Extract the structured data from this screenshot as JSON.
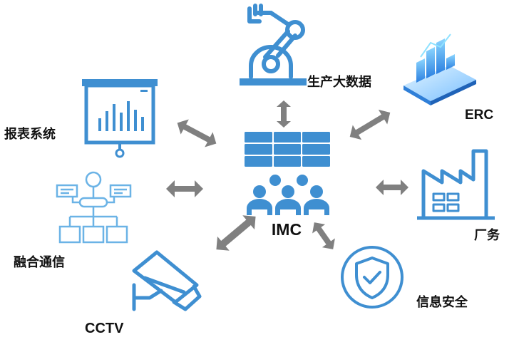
{
  "center": {
    "label": "IMC"
  },
  "nodes": {
    "bigdata": {
      "label": "生产大数据",
      "icon": "robot-arm-icon"
    },
    "erc": {
      "label": "ERC",
      "icon": "isometric-chart-icon"
    },
    "factory": {
      "label": "厂务",
      "icon": "factory-icon"
    },
    "security": {
      "label": "信息安全",
      "icon": "shield-check-icon"
    },
    "cctv": {
      "label": "CCTV",
      "icon": "security-camera-icon"
    },
    "comms": {
      "label": "融合通信",
      "icon": "network-tree-icon"
    },
    "report": {
      "label": "报表系统",
      "icon": "presentation-board-icon"
    }
  },
  "colors": {
    "icon_blue": "#3f8fd1",
    "icon_light": "#e3f0fb",
    "arrow_gray": "#808080",
    "text": "#111111"
  }
}
